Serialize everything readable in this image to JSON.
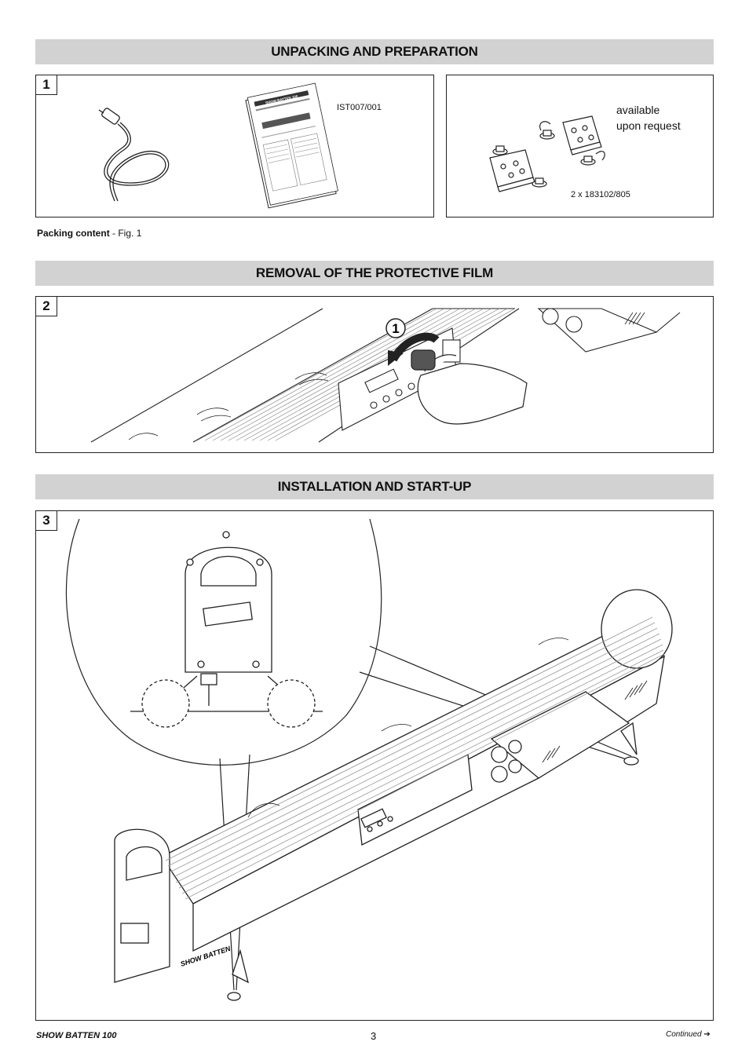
{
  "sections": {
    "unpacking": {
      "title": "UNPACKING AND PREPARATION"
    },
    "film": {
      "title": "REMOVAL OF THE PROTECTIVE FILM"
    },
    "install": {
      "title": "INSTALLATION AND START-UP"
    }
  },
  "fig1": {
    "number": "1",
    "manual_code": "IST007/001",
    "manual_cover_title": "SHOW BATTEN 100",
    "optional": {
      "line1": "available",
      "line2": "upon request",
      "code": "2 x 183102/805"
    },
    "caption_bold": "Packing content",
    "caption_rest": " - Fig. 1"
  },
  "fig2": {
    "number": "2",
    "step": "1"
  },
  "fig3": {
    "number": "3",
    "brand_label": "SHOW BATTEN"
  },
  "footer": {
    "product": "SHOW BATTEN 100",
    "page": "3",
    "continued": "Continued ➔"
  }
}
